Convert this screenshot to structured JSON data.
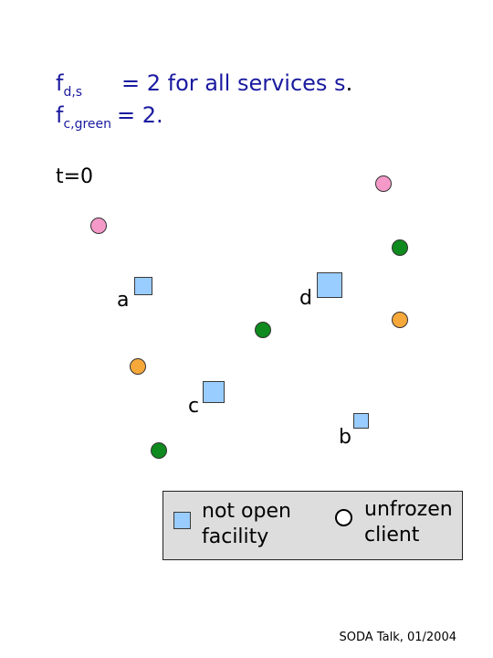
{
  "header": {
    "line1": {
      "f": "f",
      "sub": "d,s",
      "rest": "= 2 for all services ",
      "var": "s",
      "end": "."
    },
    "line2": {
      "f": "f",
      "sub": "c,green",
      "rest": "= 2."
    }
  },
  "time_label": "t=0",
  "facility_labels": {
    "a": "a",
    "b": "b",
    "c": "c",
    "d": "d"
  },
  "colors": {
    "facility": "#99ccff",
    "pink": "#f59ac8",
    "green": "#0e8a1e",
    "orange": "#f7a83a",
    "legend_bg": "#dddddd",
    "text_blue": "#1a1aa0"
  },
  "legend": {
    "facility_label": "not open facility",
    "client_label": "unfrozen client"
  },
  "footer": "SODA Talk, 01/2004"
}
